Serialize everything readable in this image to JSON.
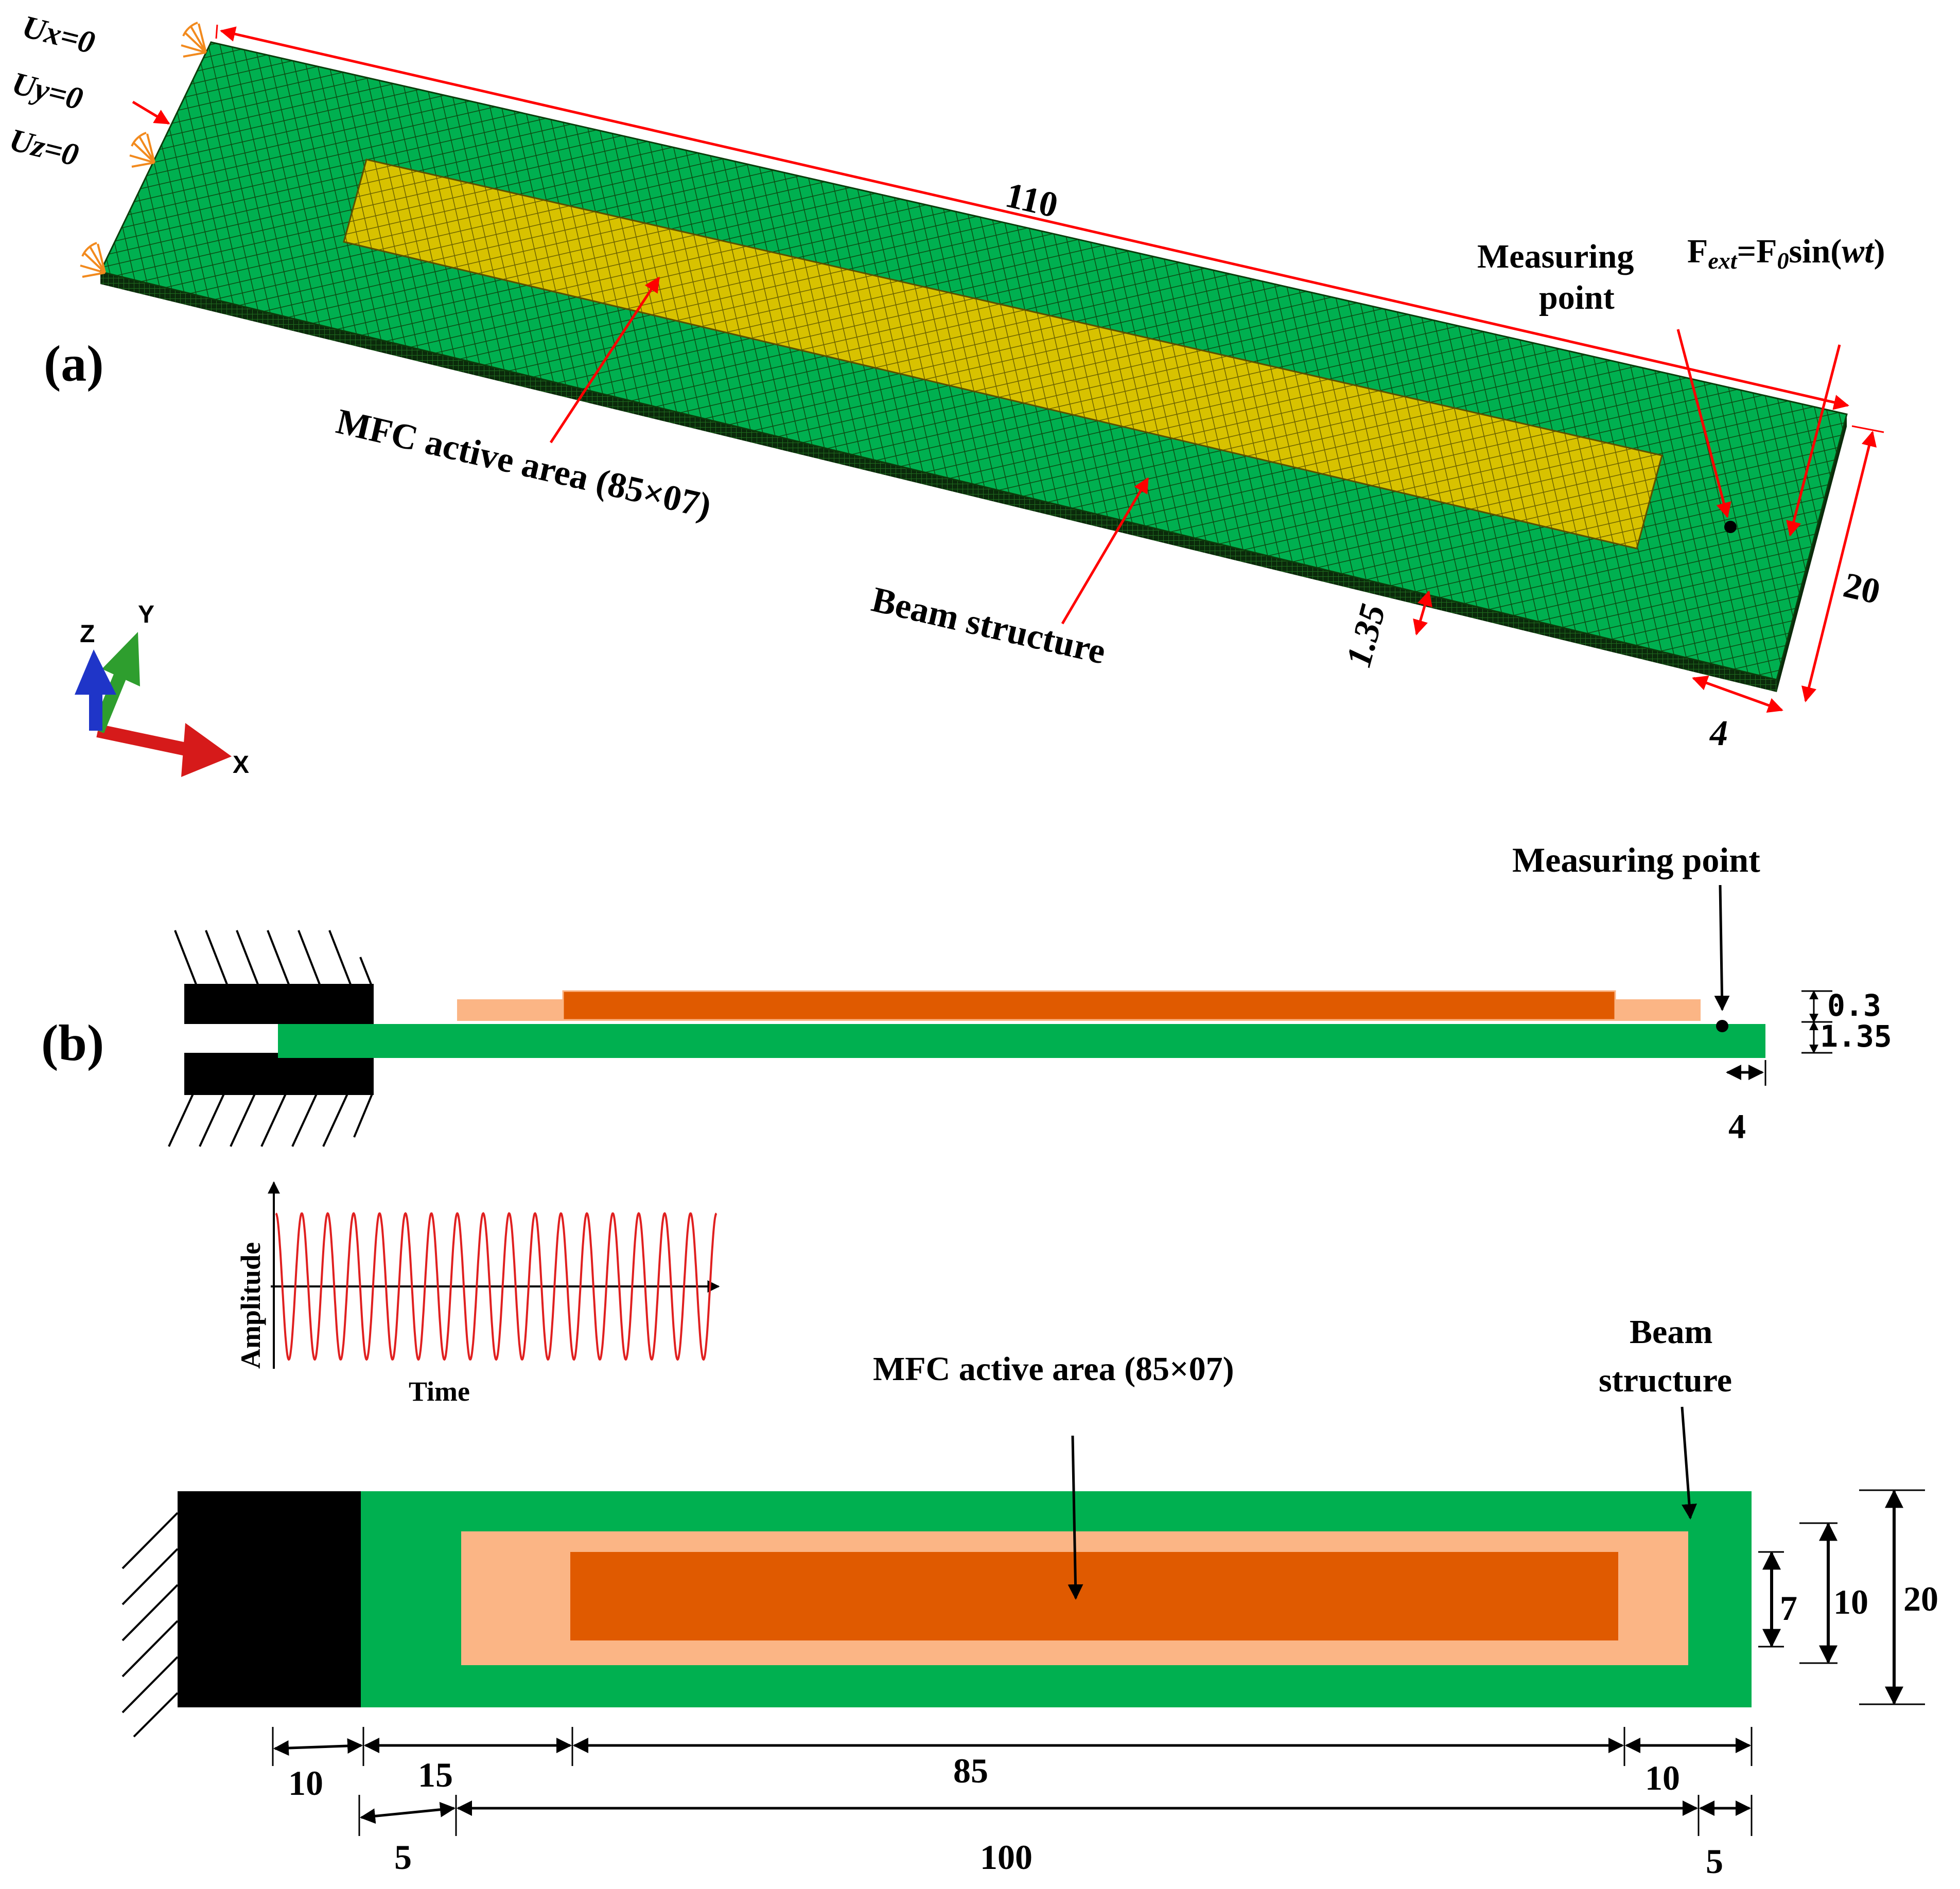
{
  "colors": {
    "beam_green": "#00b050",
    "beam_edge": "#0b3d0b",
    "mfc_yellow": "#d8c200",
    "mfc_orange": "#e05a00",
    "mfc_peach": "#fbb585",
    "clamp_black": "#000000",
    "dimension_red": "#ff0000",
    "support_orange": "#f28a1e",
    "axis_x_red": "#d61a1a",
    "axis_y_green": "#2e9e2e",
    "axis_z_blue": "#1f35c8"
  },
  "panel_a": {
    "panel_label": "(a)",
    "bc_ux": "Ux=0",
    "bc_uy": "Uy=0",
    "bc_uz": "Uz=0",
    "dim_length": "110",
    "dim_width": "20",
    "dim_thickness": "1.35",
    "dim_offset": "4",
    "mfc_label": "MFC active area (85×07)",
    "beam_label": "Beam structure",
    "measuring_label_line1": "Measuring",
    "measuring_label_line2": "point",
    "force_F": "F",
    "force_ext": "ext",
    "force_eq": "=F",
    "force_0": "0",
    "force_sin": "sin(",
    "force_wt": "wt",
    "force_close": ")",
    "triad_x": "X",
    "triad_y": "Y",
    "triad_z": "Z"
  },
  "panel_b": {
    "panel_label": "(b)",
    "measuring_label": "Measuring point",
    "dim_mfc_thickness": "0.3",
    "dim_beam_thickness": "1.35",
    "dim_tip_offset": "4",
    "signal_ylabel": "Amplitude",
    "signal_xlabel": "Time",
    "mfc_label": "MFC active area (85×07)",
    "beam_label_line1": "Beam",
    "beam_label_line2": "structure",
    "dim_h7": "7",
    "dim_h10": "10",
    "dim_h20": "20",
    "dim_clamp": "10",
    "dim_15": "15",
    "dim_85": "85",
    "dim_10_right": "10",
    "dim_5_left": "5",
    "dim_100": "100",
    "dim_5_right": "5"
  }
}
